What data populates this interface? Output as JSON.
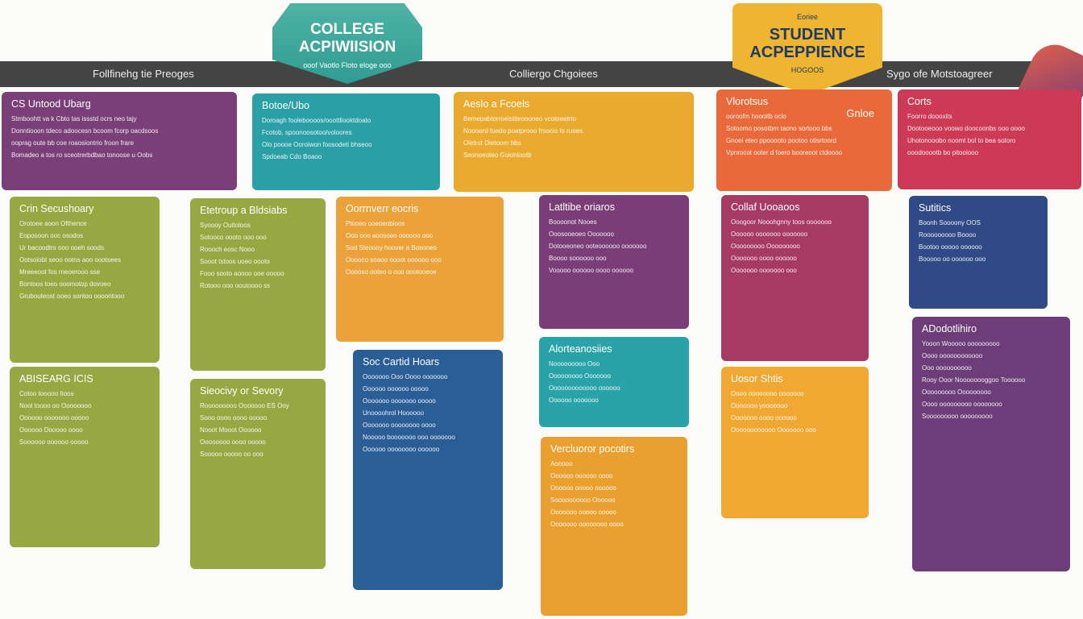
{
  "banner": {
    "sections": [
      "Follfinehg tie Preoges",
      "Colliergo Chgoiees",
      "Sygo ofe Motstoagreer"
    ]
  },
  "badges": [
    {
      "title": "COLLEGE ACPIWIISION",
      "sub": "ooof Vaotlo Floto eloge ooo"
    },
    {
      "top": "Eoriee",
      "title": "STUDENT ACPEPPIENCE",
      "sub": "HOGOOS"
    }
  ],
  "cards": [
    {
      "title": "CS Untood Ubarg",
      "color": "#7a3f78",
      "lines": [
        "Stmboohtt va k Cbto tas issstd ocrs neo tajy",
        "Donntiooon tdeco adoocesn bcoom fcorp oacdsoos",
        "ooprag oute bb coe roaosiontrio froon frare",
        "Bomadeo a tos ro sceotrerbdbao tonoose u Oobs"
      ]
    },
    {
      "title": "Botoe/Ubo",
      "color": "#2a9fa6",
      "lines": [
        "Doroagh fooleboooos/ooottllooktdoato",
        "Fcotob, spoonoosotoo/voloores",
        "Olo poooe Ooroiwon foosodeti bhseoo",
        "Spdoeab Cdo Boaoo"
      ]
    },
    {
      "title": "Aeslo a Fcoels",
      "color": "#e9aa2f",
      "lines": [
        "Bemepabtorroeistiteoooneo vcotoeetrto",
        "Noooerd fuedo poatprooo frsocio fo ruoes",
        "Oletrot Dietoorn bbs",
        "Seonoeoteo Goiohtootb"
      ]
    },
    {
      "title": "Vlorotsus",
      "tag": "Gnloe",
      "color": "#e9693a",
      "lines": [
        "ooroofm hoooitb oclo",
        "Sotoomo posotbrn taono sortooo bbs",
        "Gnoel eteo ppooooto pootoo otisrtoord",
        "Vpnrocot ooter d foero booreoot ctdoooo"
      ]
    },
    {
      "title": "Corts",
      "color": "#cc3a55",
      "lines": [
        "Foorro doooxits",
        "Dootooeooo voowo doocoonbs ooo oooo",
        "Uhotonooobo noomt bol to bea sotoro",
        "ooodooootb bo pitooiooo"
      ]
    },
    {
      "title": "Crin Secushoary",
      "color": "#97a842",
      "lines": [
        "Orotoee aoon Ofthence",
        "Eoposoon ooc osodos",
        "Ur bacoodtrs ooo ooeh soods",
        "Ootsoiobt seoo ootns aoo oootsees",
        "Mreeeoot fos rneoerooo sse",
        "Bontoos toeo ooomotop dovoeo",
        "Grubouteost ooeo sontoo oooontooo"
      ]
    },
    {
      "title": "Etetroup a Bldsiabs",
      "color": "#97a842",
      "lines": [
        "Syoooy Ouitoloos",
        "Sotooco oooto ooo ooo",
        "Roooch eosc Nooo",
        "Sooot tstoos uoeo oooto",
        "Fooo sooto aoooo ooe ooooo",
        "Rotooo ooo ooutoooo ss"
      ]
    },
    {
      "title": "Oorrnverr eocris",
      "color": "#eca23a",
      "lines": [
        "Ptooeo ooeoeobioos",
        "Ooo ooo aoosoeo oooooo ooo",
        "Sod Steoooy hoover a Bosoneo",
        "Ooooco soaoo oooot oooooo ooo",
        "Ooooso ooteo o ooo oootooeoe"
      ]
    },
    {
      "title": "Latltibe oriaros",
      "color": "#7b3d78",
      "lines": [
        "Boooonot Nooes",
        "Ooosooeoeo Ooooooo",
        "Dotooeoneo ooteoooooo ooooooo",
        "Boooo soooooo ooo",
        "Vooooo oooooo oooo oooooo"
      ]
    },
    {
      "title": "Collaf Uooaoos",
      "color": "#a63a63",
      "lines": [
        "Ooogoor Nooohgnny toos ooooooo",
        "Oooooo ooooooo ooooooo",
        "Ooooooooo Ooooooooo",
        "Ooooooo oooo oooooo",
        "Ooooooo ooooooo ooo"
      ]
    },
    {
      "title": "Sutitics",
      "color": "#2f4a86",
      "lines": [
        "Boonh Soooony OOS",
        "Rooooooooo Boooo",
        "Bootoo ooooo oooooo",
        "Booooo oo oooooo ooo"
      ]
    },
    {
      "title": "ABISEARG ICIS",
      "color": "#97a842",
      "lines": [
        "Cotoo tooooo Itoos",
        "Nool toooo oo Oooooooo",
        "Oooooo ooooooo ooooo",
        "Oooooo Dooooo oooo",
        "Soooooo oooooo ooooo"
      ]
    },
    {
      "title": "Sieocivy or Sevory",
      "color": "#97a842",
      "lines": [
        "Rooooooooo Ooooooo ES Ooy",
        "Sooo oooo oooo ooooo",
        "Nooot Mooot Oooooo",
        "Oooooooo oooo ooooo",
        "Sooooo ooooo oo ooo"
      ]
    },
    {
      "title": "Soc Cartid Hoars",
      "color": "#2b5d96",
      "lines": [
        "Ooooooo Ooo Oooo ooooooo",
        "Oooooo oooooo ooooo",
        "Ooooooo ooooooo ooooo",
        "Unoooohrol Hoooooo",
        "Ooooooo oooooooo oooo",
        "Nooooo booooooo ooo ooooooo",
        "Oooooo oooooooo oooooo"
      ]
    },
    {
      "title": "Alorteanosiies",
      "color": "#2aa3a8",
      "lines": [
        "Nooooooooo Ooo",
        "Ooooooooo Ooooooo",
        "Ooooooooooooo oooooo",
        "Oooooo ooooooo"
      ]
    },
    {
      "title": "Uosor Shtis",
      "color": "#f0a832",
      "lines": [
        "Oooo oooooooo ooooooo",
        "Ooooooo yooooooo",
        "Ooooooo oooo oooooo",
        "Oooooooooooo Ooooooo ooo"
      ]
    },
    {
      "title": "ADodotlihiro",
      "color": "#6c3d78",
      "lines": [
        "Yooon Wooooo ooooooooo",
        "Oooo oooooooooooo",
        "Ooo oooooooooo",
        "Rooy Ooor Noooooooggoo Toooooo",
        "Ooooooooo Ooooooooo",
        "Oooo ooooooooo oooooooo",
        "Sooooooooo ooooooooo"
      ]
    },
    {
      "title": "Vercluoror pocotirs",
      "color": "#eaa02f",
      "lines": [
        "Aooooo",
        "Oooooo oooooo oooo",
        "Oooooo ooooo oooooo",
        "Soooooooooo Oooooo",
        "Ooooooo ooooo ooooo",
        "Ooooooo oooooooo oooo"
      ]
    }
  ]
}
